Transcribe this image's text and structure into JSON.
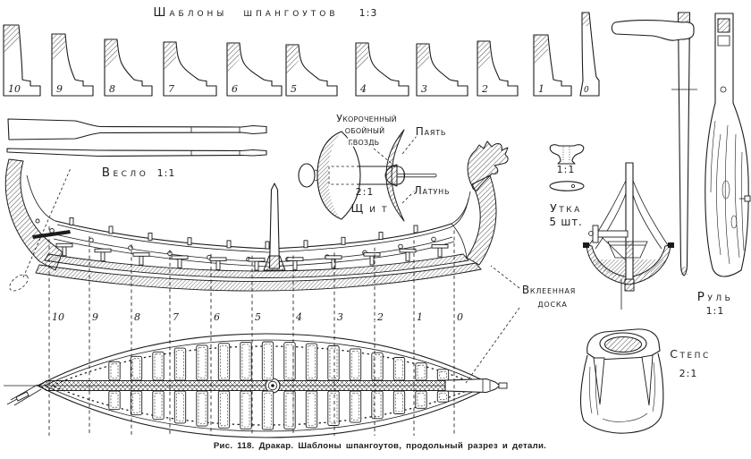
{
  "figure": {
    "caption": "Рис. 118. Дракар. Шаблоны шпангоутов, продольный разрез и детали."
  },
  "templates_section": {
    "title": "Шаблоны шпангоутов",
    "scale": "1:3",
    "numbers": [
      "10",
      "9",
      "8",
      "7",
      "6",
      "5",
      "4",
      "3",
      "2",
      "1",
      "0"
    ]
  },
  "oar": {
    "label": "Весло",
    "scale": "1:1"
  },
  "shield": {
    "label": "Щит",
    "scale": "2:1",
    "nail_callout": [
      "Укороченный",
      "обойный",
      "гвоздь"
    ],
    "solder_label": "Паять",
    "brass_label": "Латунь"
  },
  "cleat": {
    "label": "Утка",
    "quantity": "5 шт.",
    "scale": "1:1"
  },
  "rudder": {
    "label": "Руль",
    "scale": "1:1"
  },
  "mast_step": {
    "label": "Степс",
    "scale": "2:1"
  },
  "glued_board_callout": [
    "Вклеенная",
    "доска"
  ],
  "stations": {
    "numbers": [
      "10",
      "9",
      "8",
      "7",
      "6",
      "5",
      "4",
      "3",
      "2",
      "1",
      "0"
    ]
  }
}
